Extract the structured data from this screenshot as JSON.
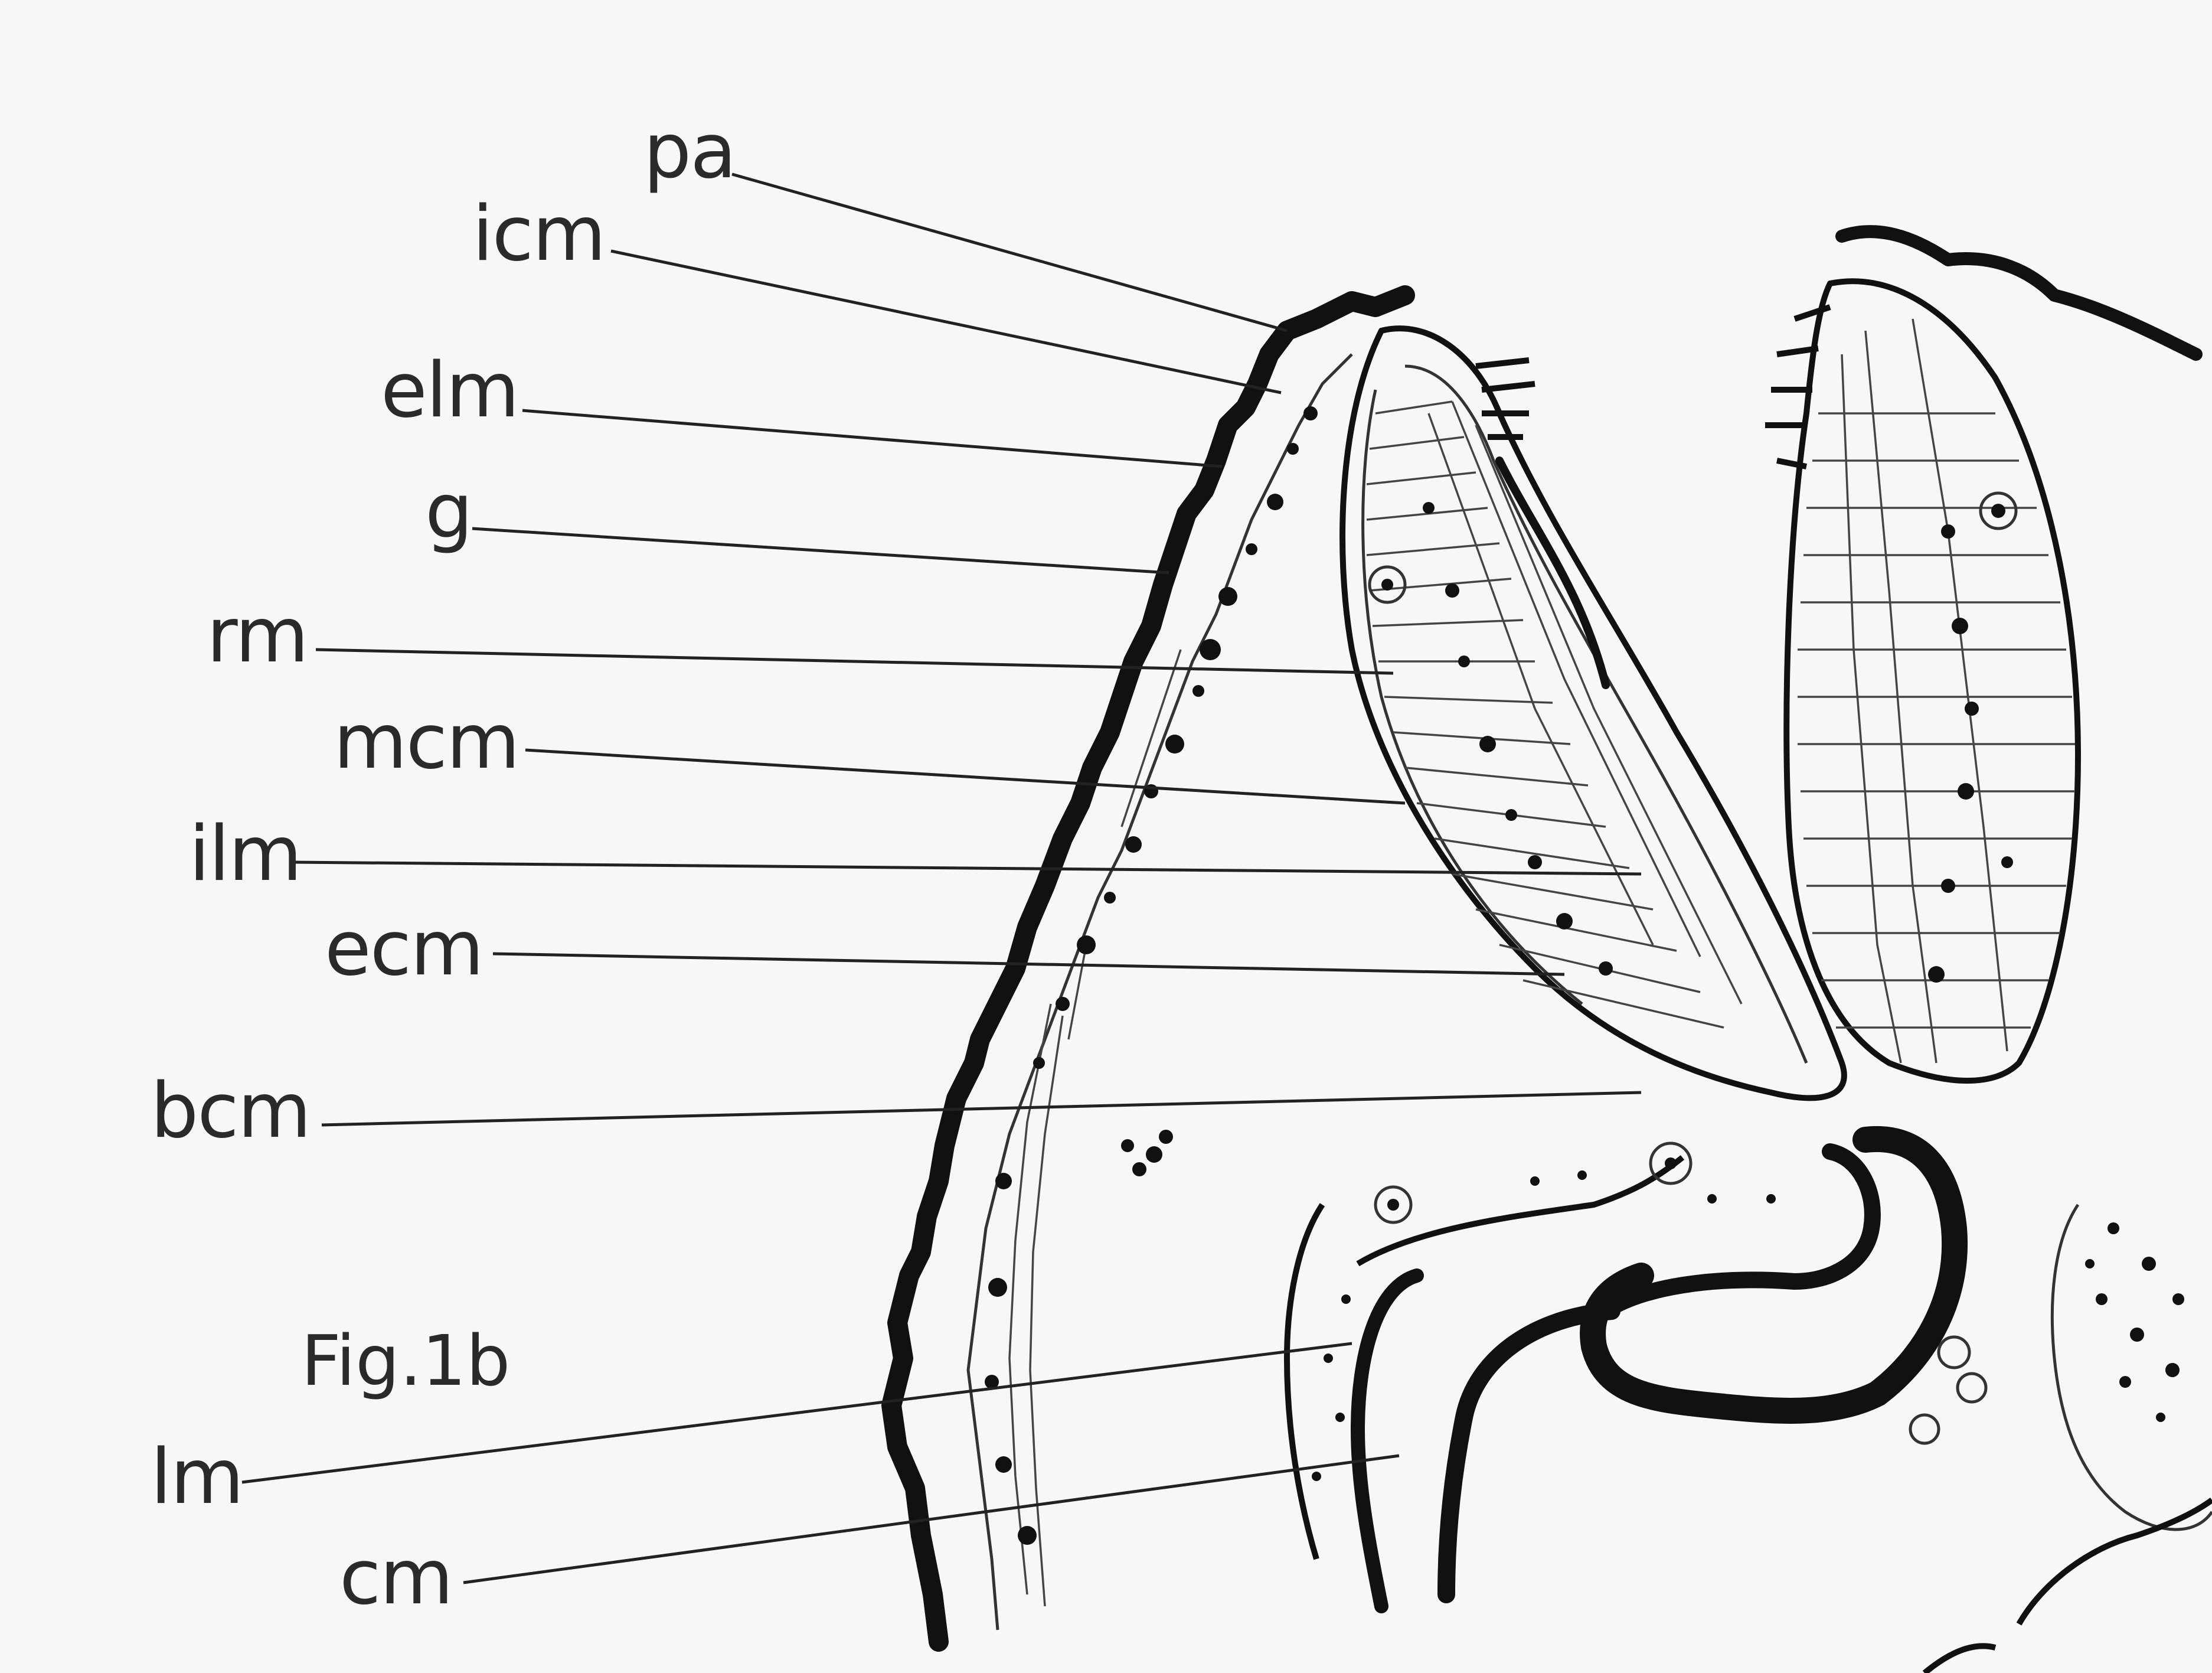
{
  "figure": {
    "caption": "Fig.1b"
  },
  "labels": {
    "pa": "pa",
    "icm": "icm",
    "elm": "elm",
    "g": "g",
    "rm": "rm",
    "mcm": "mcm",
    "ilm": "ilm",
    "ecm": "ecm",
    "bcm": "bcm",
    "lm": "lm",
    "cm": "cm"
  },
  "colors": {
    "background": "#f7f7f5",
    "ink": "#111111"
  }
}
